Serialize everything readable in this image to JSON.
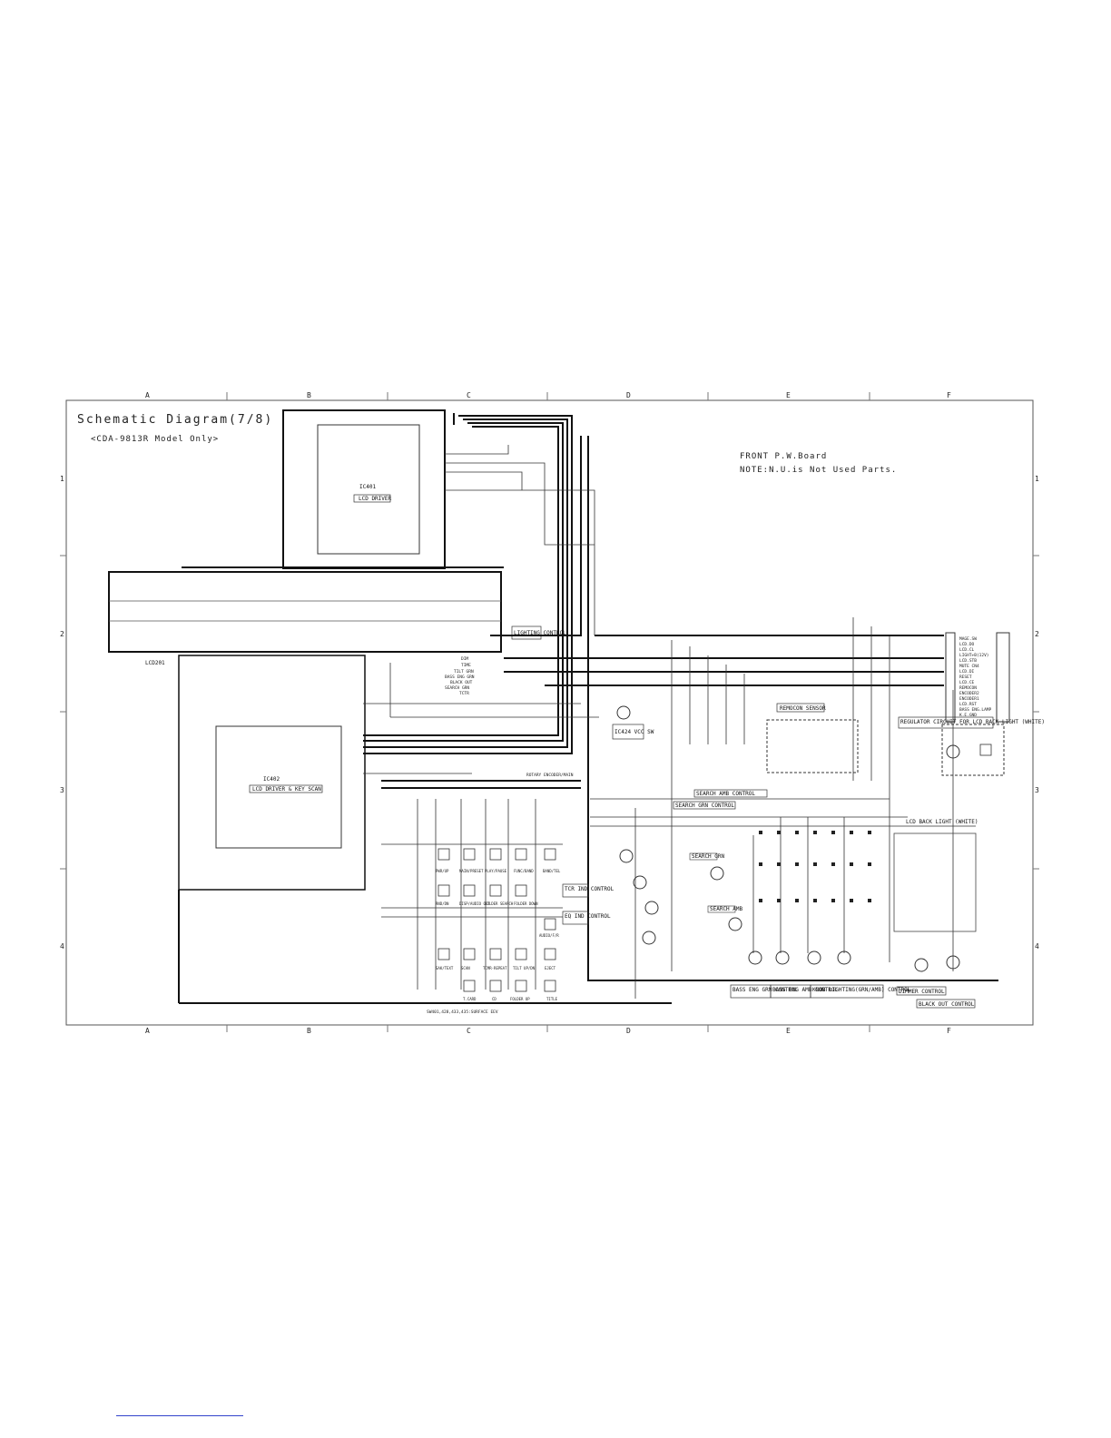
{
  "header": {
    "title": "Schematic Diagram(7/8)",
    "model": "<CDA-9813R Model Only>",
    "board": "FRONT P.W.Board",
    "note": "NOTE:N.U.is Not Used Parts."
  },
  "grid": {
    "columns": [
      "A",
      "B",
      "C",
      "D",
      "E",
      "F"
    ],
    "rows": [
      "1",
      "2",
      "3",
      "4"
    ]
  },
  "blocks": {
    "lcd_driver": "LCD DRIVER",
    "lcd_driver_ic": "IC401",
    "lcd_driver_key_scan": "LCD DRIVER & KEY SCAN",
    "lcd_driver_key_scan_ic": "IC402",
    "lcd_module": "LCD201",
    "lighting_control": "LIGHTING CONTROL",
    "ic_vcc_sw": "IC424 VCC SW",
    "remocon_sensor": "REMOCON SENSOR",
    "regulator": "REGULATOR CIRCUIT FOR LCD BACK LIGHT (WHITE)",
    "search_amb_control": "SEARCH AMB CONTROL",
    "search_grn_control": "SEARCH GRN CONTROL",
    "tcr_ind_control": "TCR IND CONTROL",
    "eq_ind_control": "EQ IND CONTROL",
    "bass_eng_grn_control": "BASS ENG GRN CONTROL",
    "bass_eng_amb_control": "BASS ENG AMB CONTROL",
    "knob_lighting_control": "KNOB LIGHTING(GRN/AMB) CONTROL",
    "dimmer_control": "DIMMER CONTROL",
    "black_out_control": "BLACK OUT CONTROL",
    "lcd_back_light": "LCD BACK LIGHT (WHITE)",
    "rotary_encoder": "ROTARY ENCODER/MAIN",
    "search_grn": "SEARCH GRN",
    "search_amb": "SEARCH AMB"
  },
  "connector_signals": [
    "MAGE.SW",
    "LCD.DO",
    "LCD.CL",
    "LIGHT+B(12V)",
    "LCD.STB",
    "MUTE CN4",
    "LCD.DI",
    "RESET",
    "LCD.CE",
    "REMOCON",
    "ENCODER2",
    "ENCODER1",
    "LCD.RST",
    "BASS ENG.LAMP",
    "K.E.GND"
  ],
  "ctl_signals": [
    "DIM",
    "TIME",
    "TILT GRN",
    "BASS ENG GRN",
    "BLACK OUT",
    "SEARCH GRN",
    "TCTR"
  ],
  "keys": {
    "row1": [
      "PWR/UP",
      "MAIN/PRESET",
      "PLAY/PAUSE",
      "FUNC/BAND",
      "BAND/TEL"
    ],
    "row2": [
      "RND/DN",
      "DISP/AUDIO OUT",
      "FOLDER SEARCH",
      "FOLDER DOWN",
      "AUDIO/F/R"
    ],
    "row3": [
      "SAK/TEXT",
      "SCAN",
      "TCMR-REPEAT",
      "TILT UP/DN",
      "EJECT"
    ],
    "row4": [
      "CD",
      "T.CARD",
      "FOLDER UP",
      "TITLE"
    ]
  },
  "footer_note": "SW401,428,433,435:SURFACE EEV"
}
